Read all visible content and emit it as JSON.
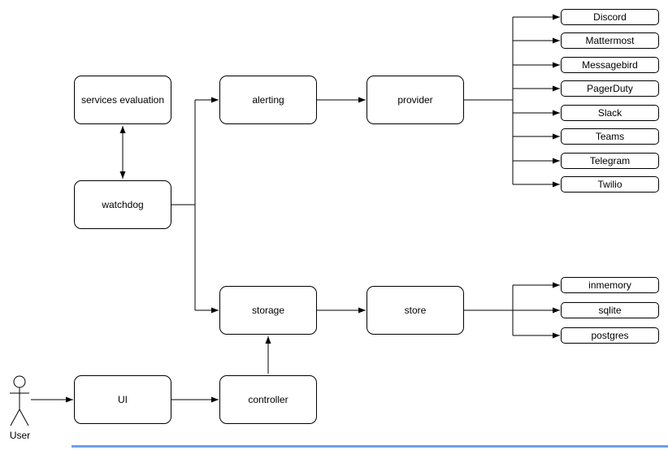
{
  "diagram": {
    "nodes": {
      "services_evaluation": "services evaluation",
      "watchdog": "watchdog",
      "alerting": "alerting",
      "provider": "provider",
      "storage": "storage",
      "store": "store",
      "ui": "UI",
      "controller": "controller"
    },
    "providers": [
      "Discord",
      "Mattermost",
      "Messagebird",
      "PagerDuty",
      "Slack",
      "Teams",
      "Telegram",
      "Twilio"
    ],
    "stores": [
      "inmemory",
      "sqlite",
      "postgres"
    ],
    "actor_label": "User",
    "edges": [
      {
        "from": "services_evaluation",
        "to": "watchdog",
        "bidirectional": true
      },
      {
        "from": "watchdog",
        "to": "alerting"
      },
      {
        "from": "watchdog",
        "to": "storage"
      },
      {
        "from": "alerting",
        "to": "provider"
      },
      {
        "from": "provider",
        "to": "Discord"
      },
      {
        "from": "provider",
        "to": "Mattermost"
      },
      {
        "from": "provider",
        "to": "Messagebird"
      },
      {
        "from": "provider",
        "to": "PagerDuty"
      },
      {
        "from": "provider",
        "to": "Slack"
      },
      {
        "from": "provider",
        "to": "Teams"
      },
      {
        "from": "provider",
        "to": "Telegram"
      },
      {
        "from": "provider",
        "to": "Twilio"
      },
      {
        "from": "storage",
        "to": "store"
      },
      {
        "from": "store",
        "to": "inmemory"
      },
      {
        "from": "store",
        "to": "sqlite"
      },
      {
        "from": "store",
        "to": "postgres"
      },
      {
        "from": "User",
        "to": "UI"
      },
      {
        "from": "UI",
        "to": "controller"
      },
      {
        "from": "controller",
        "to": "storage"
      }
    ],
    "colors": {
      "stroke": "#000000",
      "node_fill": "#ffffff",
      "text": "#000000",
      "bottom_line": "#6d9eeb"
    }
  }
}
